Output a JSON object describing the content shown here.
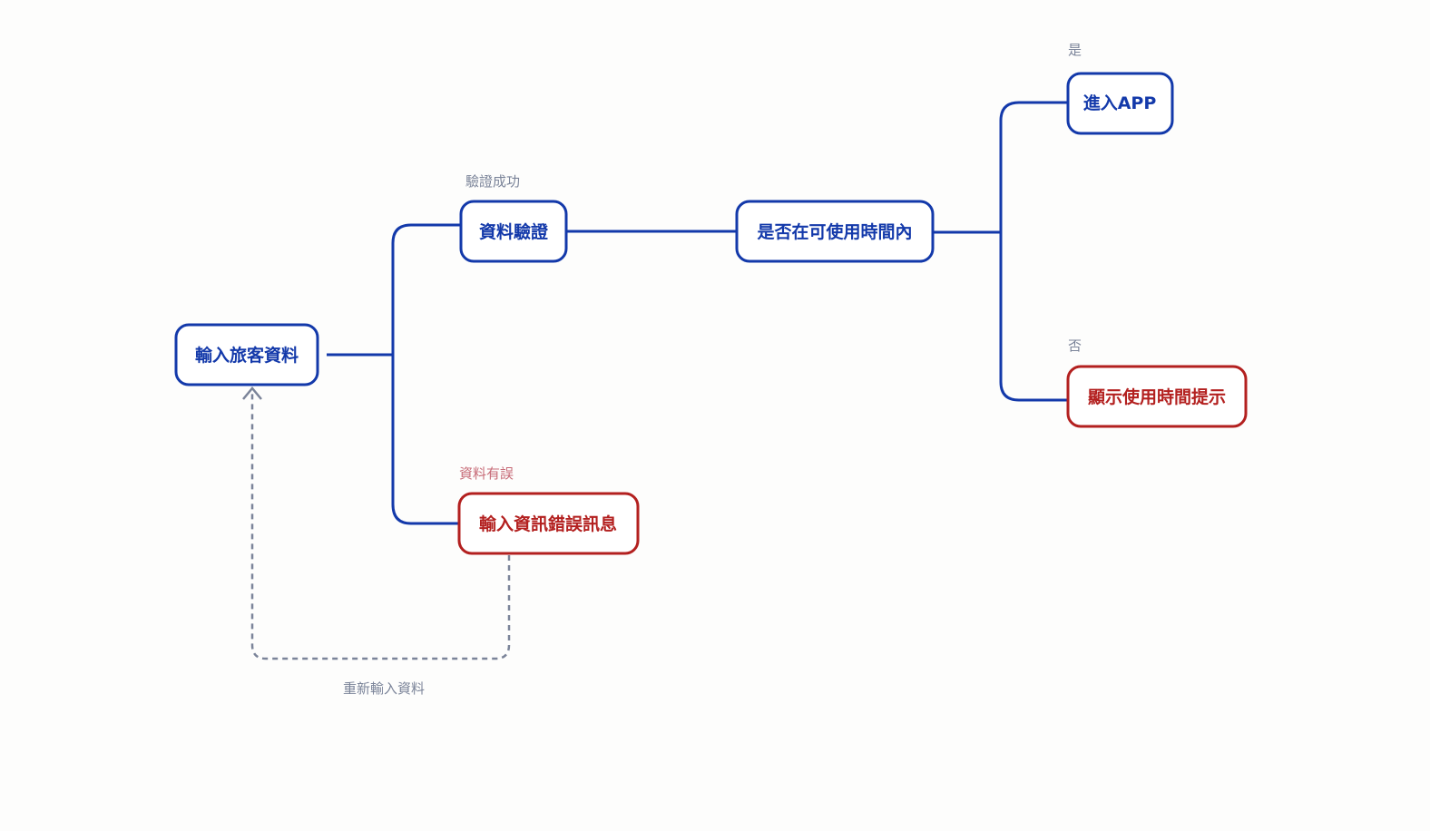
{
  "colors": {
    "primary": "#1339aa",
    "error": "#b3201f",
    "muted": "#7b8499",
    "error_label": "#c76b77",
    "background": "#fdfdfc",
    "node_fill": "#ffffff"
  },
  "nodes": {
    "input_passenger": "輸入旅客資料",
    "validate": "資料驗證",
    "time_check": "是否在可使用時間內",
    "enter_app": "進入APP",
    "show_time_hint": "顯示使用時間提示",
    "input_error": "輸入資訊錯誤訊息"
  },
  "edge_labels": {
    "validation_success": "驗證成功",
    "data_error": "資料有誤",
    "yes": "是",
    "no": "否",
    "reenter": "重新輸入資料"
  }
}
